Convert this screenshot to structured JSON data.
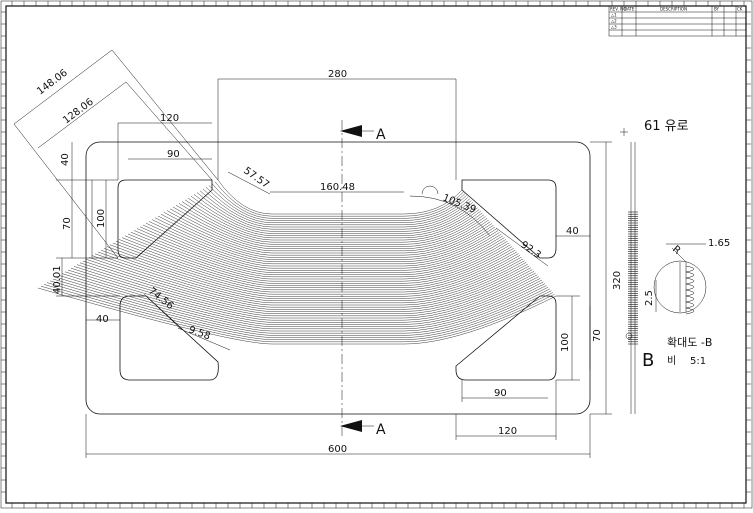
{
  "title_block": {
    "header": [
      "REV. NO",
      "DATE",
      "DESCRIPTION",
      "BY",
      "CK"
    ],
    "rows": [
      "△1",
      "△2",
      "△3"
    ]
  },
  "section_marks": {
    "top": "A",
    "bottom": "A"
  },
  "dims": {
    "d280": "280",
    "d148": "148.06",
    "d128": "128.06",
    "d120_top": "120",
    "d90_top": "90",
    "d40_left": "40",
    "d70_left": "70",
    "d100_left": "100",
    "d40_01": "40.01",
    "d57_57": "57.57",
    "d160_48": "160.48",
    "d105_39": "105.39",
    "d92_3": "92.3",
    "d40_right": "40",
    "d74_56": "74.56",
    "d9_58": "9.58",
    "d40_bottom": "40",
    "d320": "320",
    "d100_right": "100",
    "d70_right": "70",
    "d90_bottom": "90",
    "d120_bottom": "120",
    "d600": "600"
  },
  "side_label": "61 유로",
  "detail": {
    "d1_65": "1.65",
    "d2_5": "2.5",
    "r_label": "R",
    "label": "B",
    "caption": "확대도 -B",
    "scale": "5:1",
    "scale_prefix": "비"
  }
}
